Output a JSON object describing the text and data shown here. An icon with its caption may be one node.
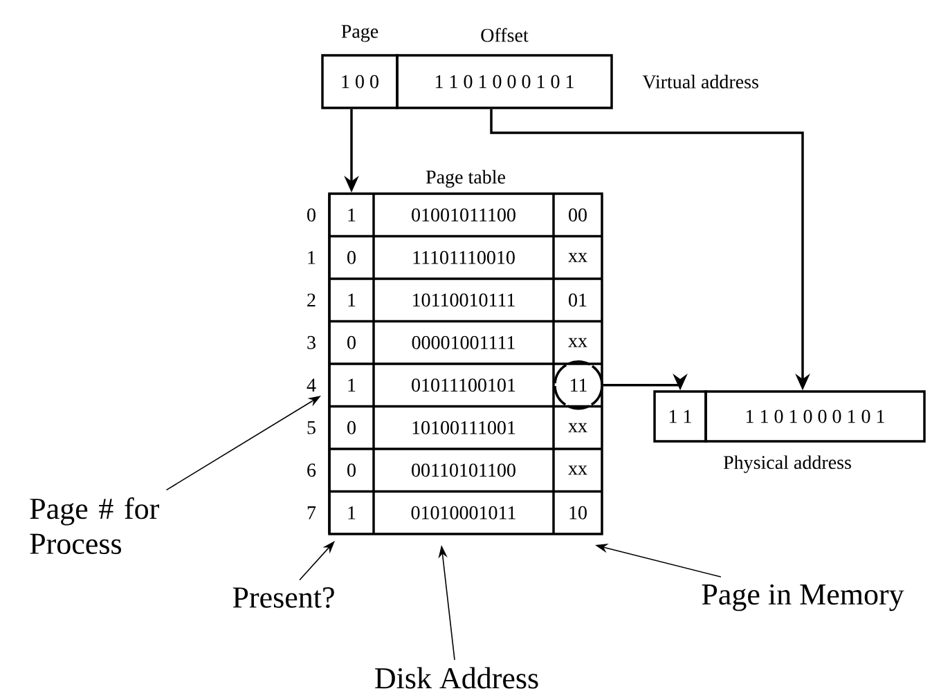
{
  "diagram": {
    "nodes": [
      {
        "text": [
          "Page",
          "1 0 0"
        ]
      },
      {
        "text": [
          "Offset",
          "1 1 0 1 0 0 0 1 0 1"
        ],
        "beside": [
          "Virtual address"
        ]
      },
      {
        "text": [
          "Page table"
        ]
      },
      {
        "text": [
          "11"
        ],
        "in": 2
      },
      {
        "text": [
          "1 1"
        ]
      },
      {
        "text": [
          "1 1 0 1 0 0 0 1 0 1"
        ],
        "beside": [
          "Physical address"
        ]
      },
      {
        "text": [
          "Page # for Process"
        ]
      },
      {
        "text": [
          "Present?"
        ]
      },
      {
        "text": [
          "Disk Address"
        ]
      },
      {
        "text": [
          "Page in Memory"
        ]
      }
    ],
    "edges": [
      {
        "from": 0,
        "to": 2,
        "arrow": "to"
      },
      {
        "from": 1,
        "to": 5,
        "arrow": "to"
      },
      {
        "from": 3,
        "to": 4,
        "arrow": "to"
      },
      {
        "from": 6,
        "to": 2,
        "arrow": "to"
      },
      {
        "from": 7,
        "to": 2,
        "arrow": "to"
      },
      {
        "from": 8,
        "to": 2,
        "arrow": "to"
      },
      {
        "from": 9,
        "to": 2,
        "arrow": "to"
      }
    ],
    "labels": [
      "0",
      "1",
      "01001011100",
      "00",
      "1",
      "0",
      "11101110010",
      "xx",
      "2",
      "1",
      "10110010111",
      "01",
      "3",
      "0",
      "00001001111",
      "xx",
      "4",
      "1",
      "01011100101",
      "5",
      "0",
      "10100111001",
      "xx",
      "6",
      "0",
      "00110101100",
      "xx",
      "7",
      "1",
      "01010001011",
      "10"
    ]
  }
}
